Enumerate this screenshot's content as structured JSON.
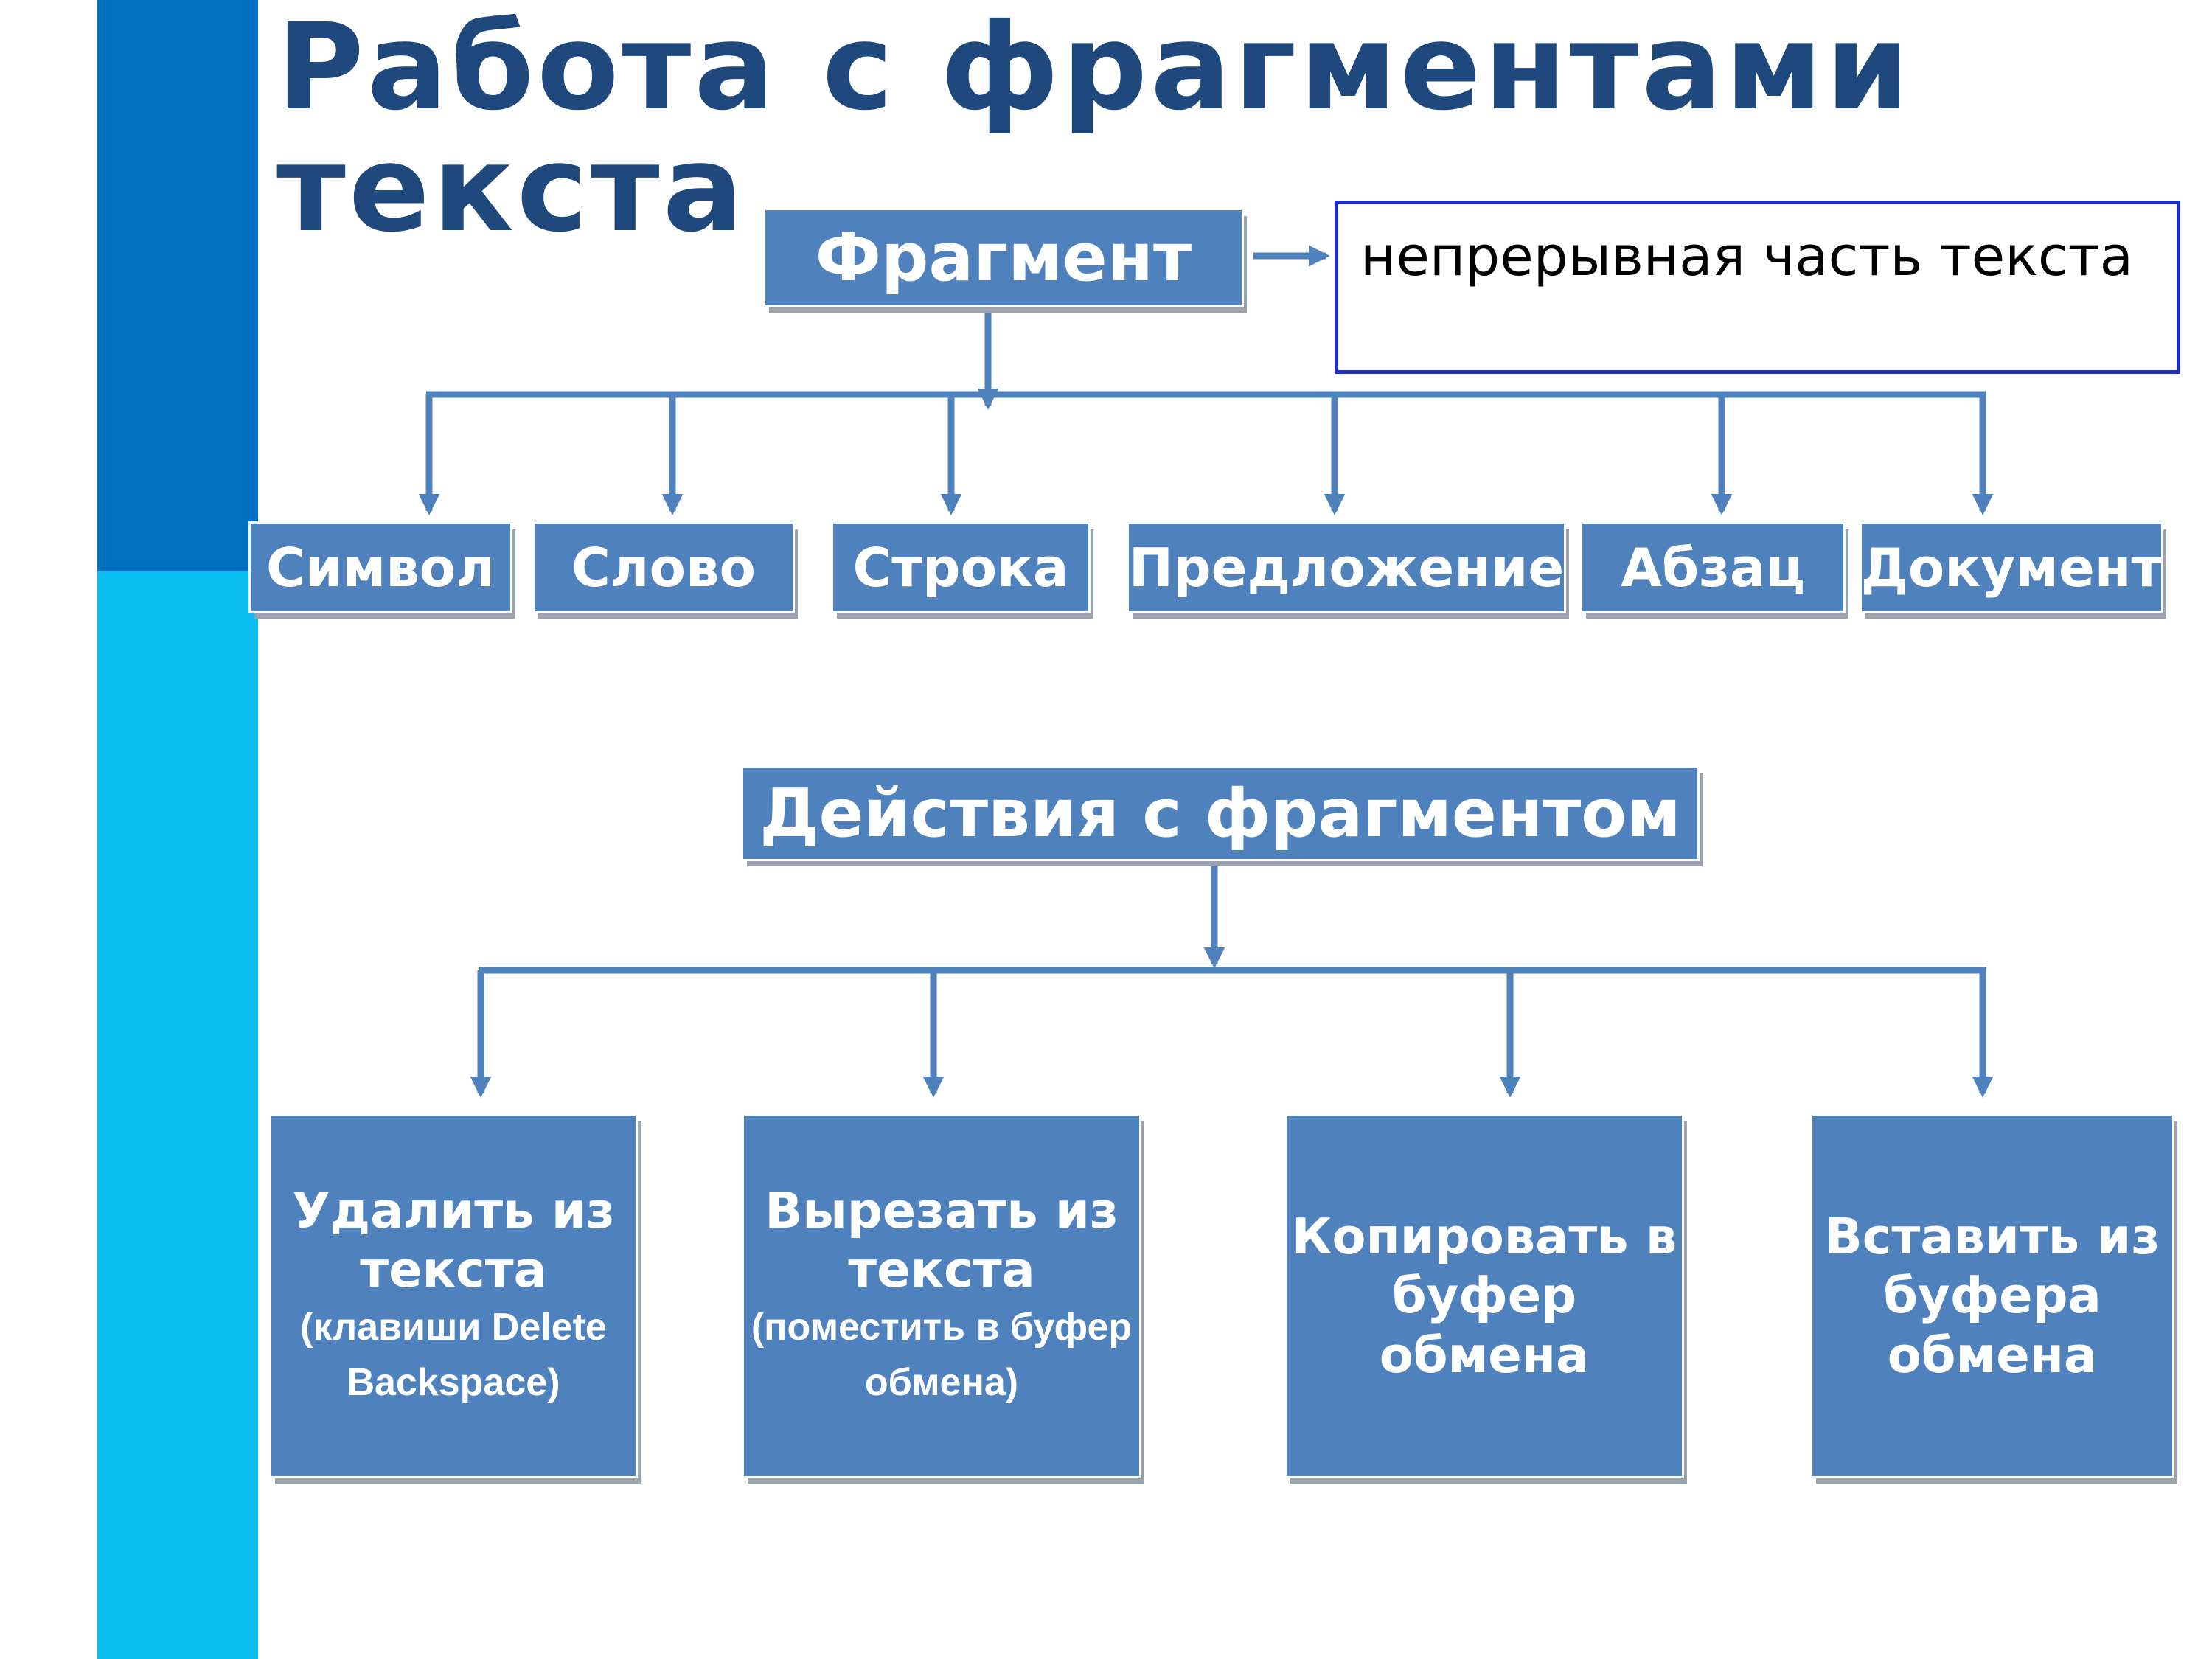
{
  "title": "Работа с фрагментами текста",
  "fragment": {
    "label": "Фрагмент",
    "definition": "непрерывная часть текста"
  },
  "fragment_types": [
    "Символ",
    "Слово",
    "Строка",
    "Предложение",
    "Абзац",
    "Документ"
  ],
  "actions": {
    "label": "Действия с фрагментом",
    "items": [
      {
        "main": "Удалить из текста",
        "sub": "(клавиши Delete Backspace)"
      },
      {
        "main": "Вырезать из текста",
        "sub": "(поместить в буфер обмена)"
      },
      {
        "main": "Копировать в буфер обмена",
        "sub": ""
      },
      {
        "main": "Вставить из буфера обмена",
        "sub": ""
      }
    ]
  },
  "colors": {
    "box": "#4f81bd",
    "title": "#1f497d",
    "definition_border": "#1f2fbf",
    "sidebar_dark": "#0070c0",
    "sidebar_light": "#0bbdf0"
  }
}
